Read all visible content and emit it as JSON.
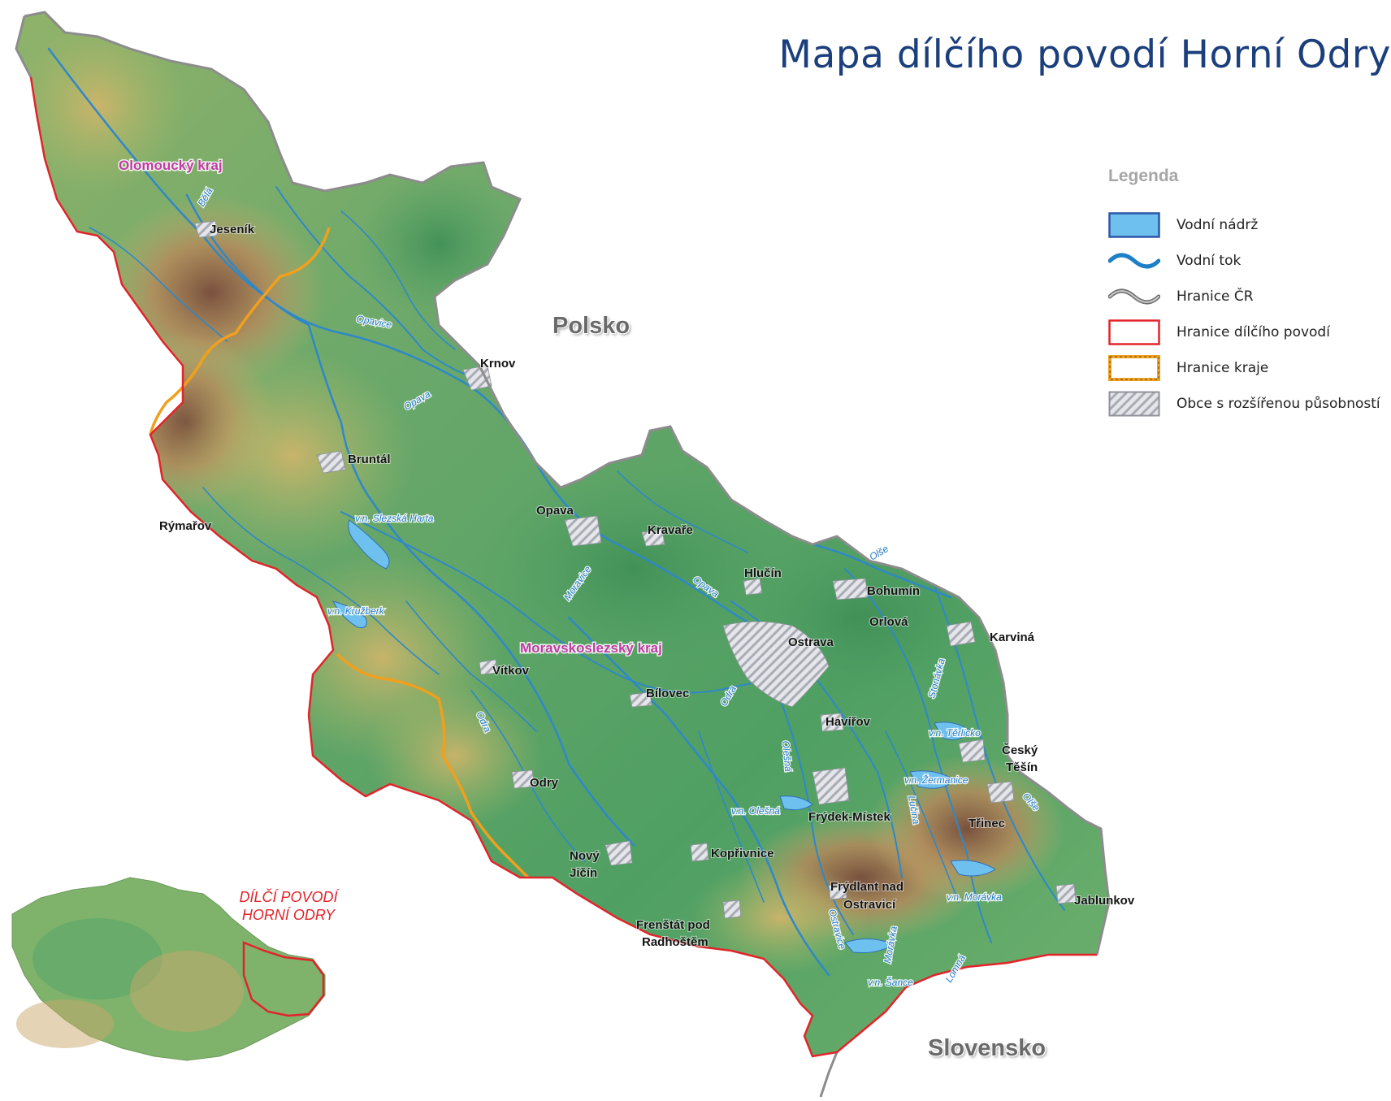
{
  "title": "Mapa dílčího povodí Horní Odry",
  "countries": {
    "poland": "Polsko",
    "slovakia": "Slovensko"
  },
  "regions": {
    "olomoucky": "Olomoucký kraj",
    "moravskoslezsky": "Moravskoslezský kraj"
  },
  "cities": {
    "jesenik": "Jeseník",
    "krnov": "Krnov",
    "bruntal": "Bruntál",
    "rymarov": "Rýmařov",
    "opava": "Opava",
    "kravare": "Kravaře",
    "hlucin": "Hlučín",
    "bohumin": "Bohumín",
    "orlova": "Orlová",
    "karvina": "Karviná",
    "ostrava": "Ostrava",
    "vitkov": "Vítkov",
    "bilovec": "Bílovec",
    "havirov": "Havířov",
    "cesky_tesin_1": "Český",
    "cesky_tesin_2": "Těšín",
    "odry": "Odry",
    "frydek_mistek": "Frýdek-Místek",
    "trinec": "Třinec",
    "novy_jicin_1": "Nový",
    "novy_jicin_2": "Jičín",
    "koprivnice": "Kopřivnice",
    "frydlant_1": "Frýdlant nad",
    "frydlant_2": "Ostravicí",
    "jablunkov": "Jablunkov",
    "frenstat_1": "Frenštát pod",
    "frenstat_2": "Radhoštěm"
  },
  "rivers": {
    "bela": "Bělá",
    "opavice": "Opavice",
    "opava_upper": "Opava",
    "slezska_harta": "v.n. Slezská Harta",
    "moravice": "Moravice",
    "opava_lower": "Opava",
    "olse": "Olše",
    "kruzberk": "v.n. Kružberk",
    "stonavka": "Stonávka",
    "odra_upper": "Odra",
    "odra_lower": "Odra",
    "olesna_river": "Olešná",
    "olesna_reservoir": "v.n. Olešná",
    "terlicko": "v.n. Těrlicko",
    "zermanice": "v.n. Žermanice",
    "lucina": "Lučina",
    "olse_lower": "Olše",
    "moravka": "v.n. Morávka",
    "ostravice": "Ostravice",
    "morávka_river": "Morávka",
    "sance": "v.n. Šance",
    "lomna": "Lomná"
  },
  "legend": {
    "title": "Legenda",
    "items": [
      {
        "label": "Vodní nádrž",
        "kind": "reservoir"
      },
      {
        "label": "Vodní tok",
        "kind": "river"
      },
      {
        "label": "Hranice ČR",
        "kind": "state-border"
      },
      {
        "label": "Hranice dílčího povodí",
        "kind": "basin-border"
      },
      {
        "label": "Hranice kraje",
        "kind": "region-border"
      },
      {
        "label": "Obce s rozšířenou působností",
        "kind": "municipality"
      }
    ]
  },
  "inset": {
    "label_line1": "DÍLČÍ POVODÍ",
    "label_line2": "HORNÍ ODRY"
  },
  "colors": {
    "title": "#1b3f7c",
    "river": "#2f88c8",
    "basin_border": "#e2242a",
    "region_border": "#f0a01e",
    "state_border": "#8c8c8c",
    "region_label": "#c23aa6",
    "lowland": "#57a868",
    "highland": "#c79a5f",
    "mountain": "#8a5a4a",
    "reservoir": "#6ec0ee"
  }
}
